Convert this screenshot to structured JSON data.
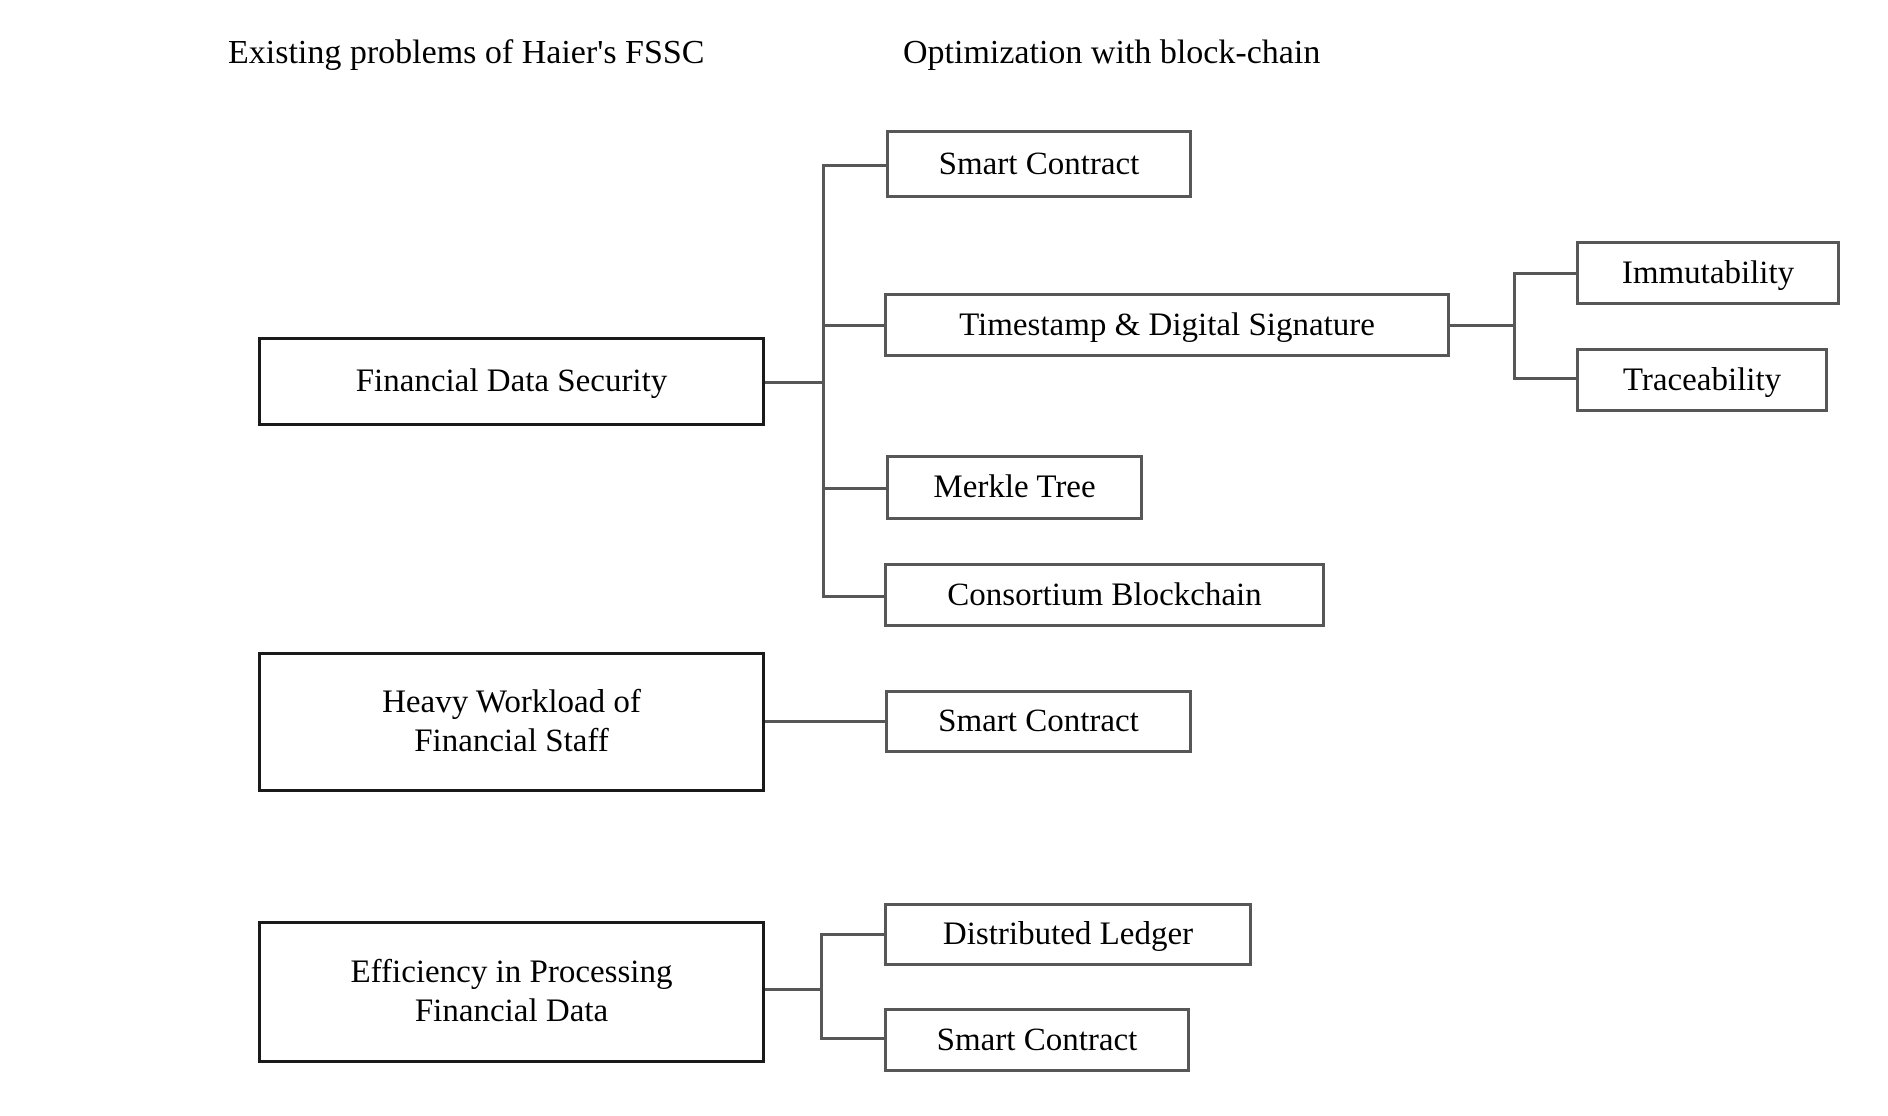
{
  "headers": {
    "left": "Existing problems of Haier's FSSC",
    "right": "Optimization with block-chain"
  },
  "colors": {
    "primary_border": "#1a1a1a",
    "secondary_border": "#575757",
    "connector": "#575757",
    "text": "#000000",
    "background": "#ffffff"
  },
  "problems": [
    {
      "id": "financial-data-security",
      "label": "Financial Data Security",
      "solutions": [
        {
          "id": "smart-contract-1",
          "label": "Smart Contract",
          "benefits": []
        },
        {
          "id": "timestamp-digital-signature",
          "label": "Timestamp & Digital Signature",
          "benefits": [
            {
              "id": "immutability",
              "label": "Immutability"
            },
            {
              "id": "traceability",
              "label": "Traceability"
            }
          ]
        },
        {
          "id": "merkle-tree",
          "label": "Merkle Tree",
          "benefits": []
        },
        {
          "id": "consortium-blockchain",
          "label": "Consortium Blockchain",
          "benefits": []
        }
      ]
    },
    {
      "id": "heavy-workload-financial-staff",
      "label": "Heavy Workload of\nFinancial Staff",
      "solutions": [
        {
          "id": "smart-contract-2",
          "label": "Smart Contract",
          "benefits": []
        }
      ]
    },
    {
      "id": "efficiency-processing-financial-data",
      "label": "Efficiency in Processing\nFinancial Data",
      "solutions": [
        {
          "id": "distributed-ledger",
          "label": "Distributed Ledger",
          "benefits": []
        },
        {
          "id": "smart-contract-3",
          "label": "Smart Contract",
          "benefits": []
        }
      ]
    }
  ]
}
